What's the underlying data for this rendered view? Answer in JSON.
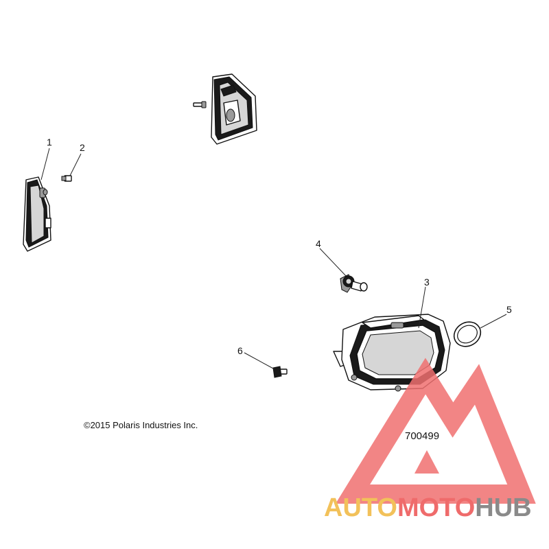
{
  "callouts": {
    "c1": "1",
    "c2": "2",
    "c3": "3",
    "c4": "4",
    "c5": "5",
    "c6": "6"
  },
  "copyright": "©2015 Polaris Industries Inc.",
  "part_number": "700499",
  "watermark": {
    "auto": "AUTO",
    "moto": "MOTO",
    "hub": "HUB",
    "colors": {
      "auto": "#f2c15a",
      "moto": "#ef6b6b",
      "hub": "#8a8a8a",
      "logo": "#f07070"
    }
  }
}
